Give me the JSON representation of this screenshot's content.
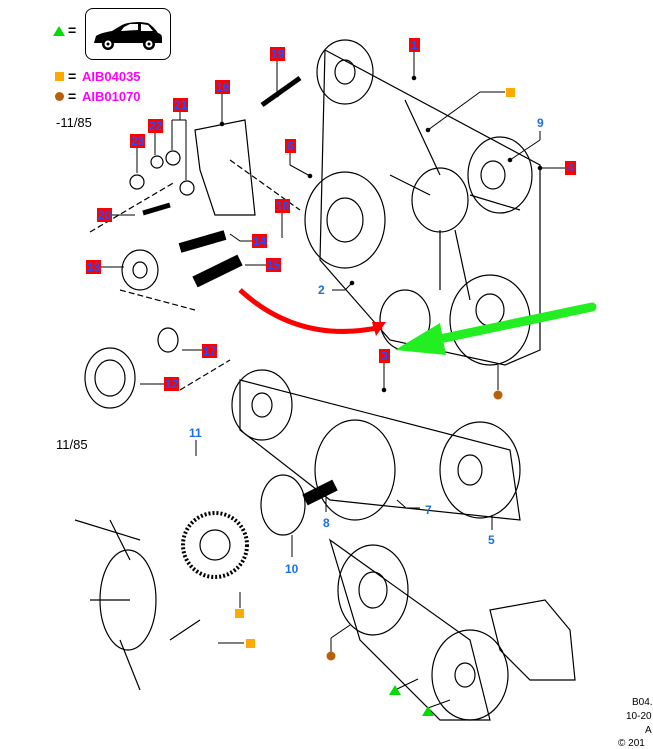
{
  "legend": {
    "triangle_symbol": "green-triangle",
    "triangle_equals": "=",
    "triangle_meaning": "car-icon",
    "square_equals": "=",
    "square_code": "AIB04035",
    "circle_equals": "=",
    "circle_code": "AIB01070",
    "colors": {
      "triangle": "#00dd00",
      "square": "#ffaa00",
      "circle": "#b8600a",
      "code_text": "#ff00ff",
      "callout_bg": "#ff0000",
      "callout_text": "#1f4fff",
      "blue_label": "#1a6fe8",
      "red_arrow": "#ff0000",
      "green_arrow": "#22ee22"
    }
  },
  "sections": {
    "upper_period": "-11/85",
    "lower_period": "11/85"
  },
  "callouts_red": [
    "1",
    "3",
    "4",
    "6",
    "12",
    "13",
    "14",
    "15",
    "16",
    "17",
    "18",
    "19",
    "20",
    "21",
    "22",
    "23"
  ],
  "callouts_blue": [
    "2",
    "5",
    "7",
    "8",
    "9",
    "10",
    "11"
  ],
  "footer": {
    "line1": "B04.",
    "line2": "10-20",
    "line3": "A",
    "line4": "© 201"
  }
}
